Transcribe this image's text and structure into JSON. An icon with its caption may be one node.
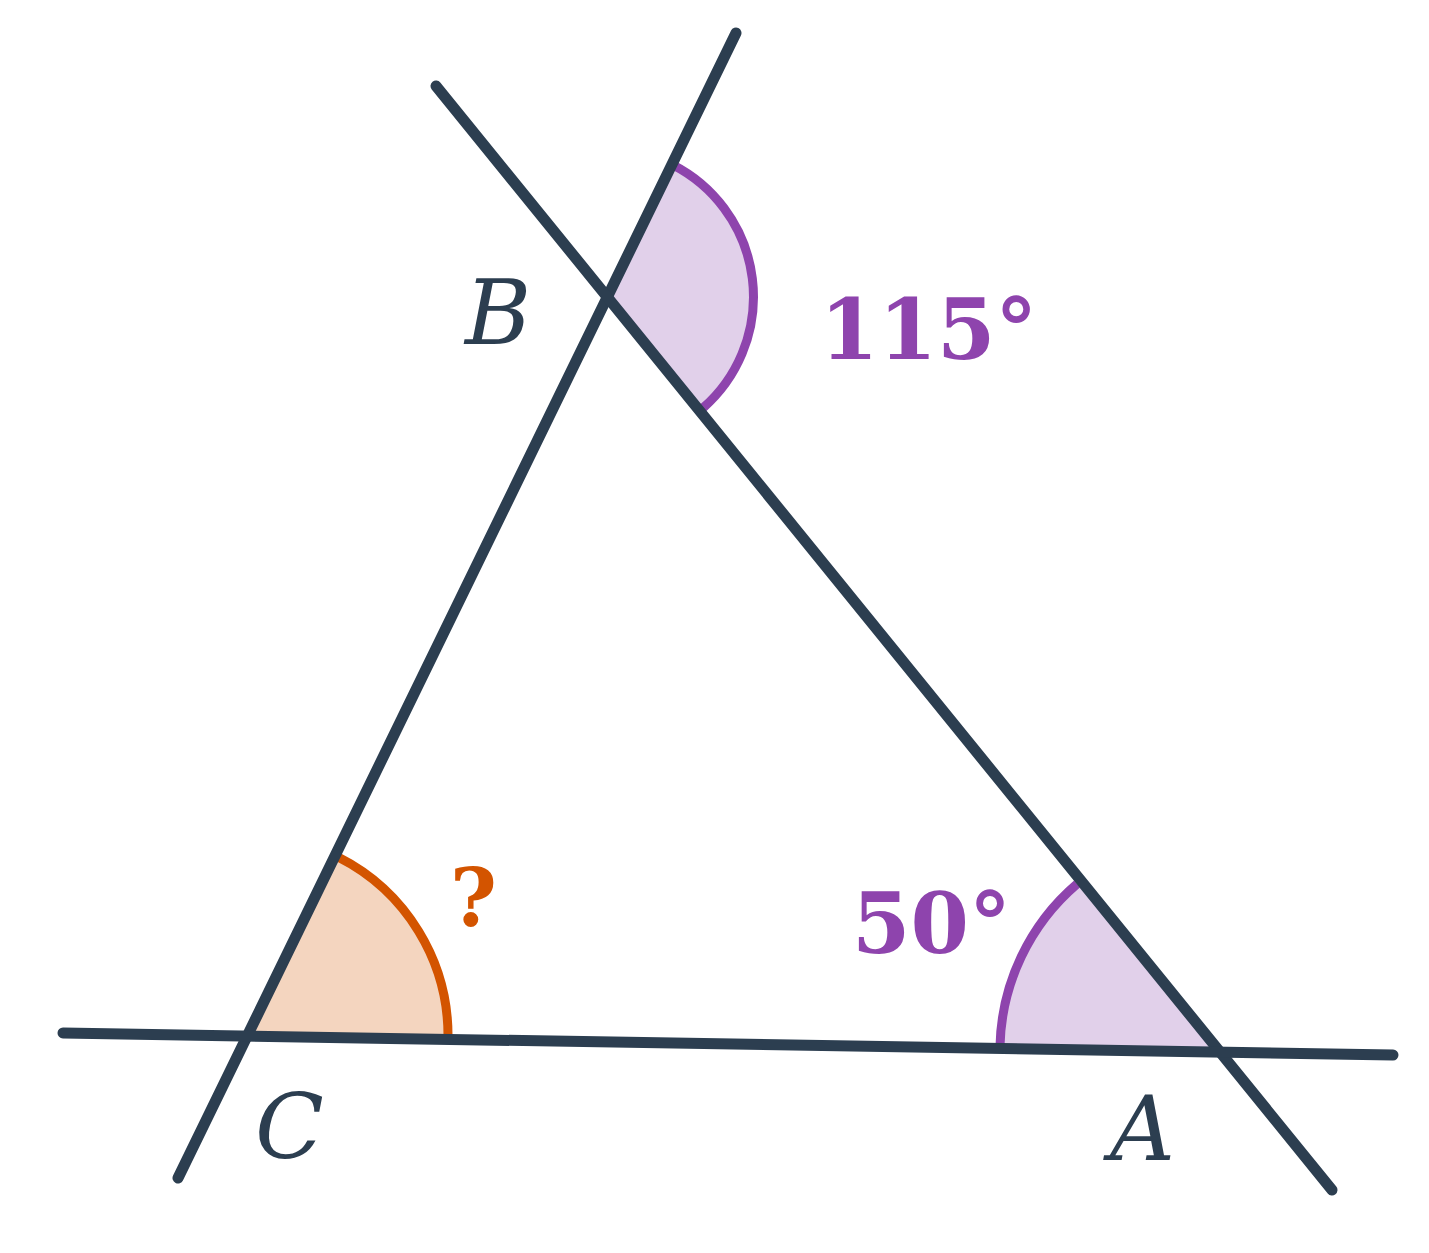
{
  "diagram": {
    "labels": [
      "B",
      "115°",
      "?",
      "50°",
      "C",
      "A"
    ]
  }
}
